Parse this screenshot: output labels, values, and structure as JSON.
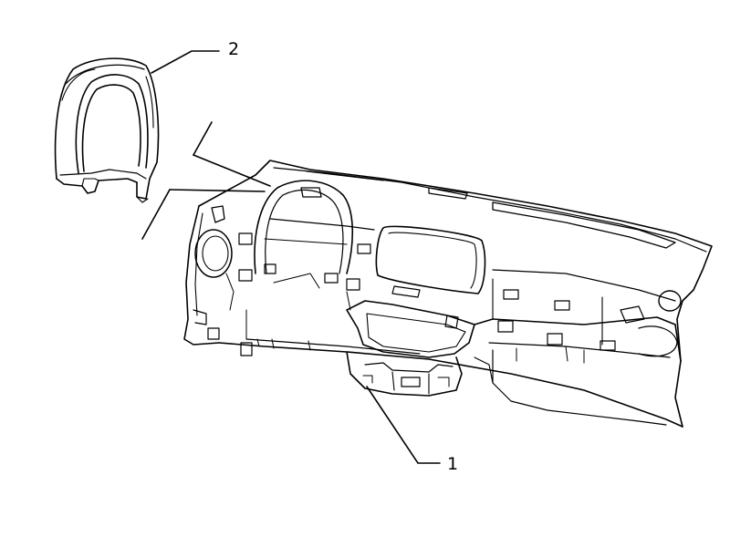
{
  "callouts": [
    {
      "id": "callout-1",
      "label": "1",
      "part": "dashboard-panel"
    },
    {
      "id": "callout-2",
      "label": "2",
      "part": "instrument-cluster-hood"
    }
  ],
  "colors": {
    "line": "#000000",
    "background": "#ffffff"
  }
}
